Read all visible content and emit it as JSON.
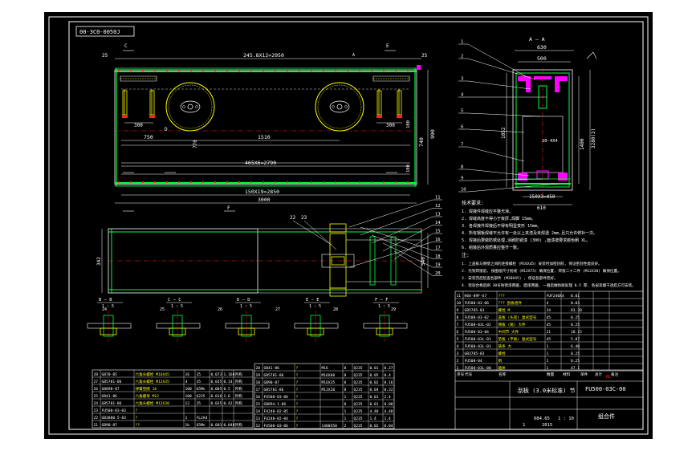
{
  "drawing": {
    "code_box": "00-3C0-0050J",
    "frame_color": "#ffffff",
    "green": "#00ff3c",
    "yellow": "#ffff00",
    "magenta": "#ff00ff",
    "red": "#ff2020",
    "cyan": "#00ffff"
  },
  "front_view": {
    "section_mark_c1": "C",
    "section_mark_e1": "E",
    "top_dim": "245.8X12=2950",
    "left_dim": "25",
    "right_dim": "25",
    "dim_300_left": "300",
    "dim_300_right": "300",
    "dim_750": "750",
    "dim_1510": "1510",
    "dim_770": "770",
    "dim_465": "465X6=2790",
    "dim_150": "150X19=2850",
    "dim_3000": "3000",
    "dim_990": "990",
    "dim_740": "740",
    "dim_100a": "100",
    "dim_100b": "100",
    "mark_d": "D",
    "mark_f": "F",
    "mark_a": "A"
  },
  "section_aa": {
    "title": "A — A",
    "dim_630": "630",
    "dim_500": "500",
    "dim_610": "610",
    "dim_150": "150X3=450",
    "dim_1052": "1052",
    "dim_1400": "1400",
    "dim_3280": "3280(3)",
    "dim_20": "20-4X4"
  },
  "callouts_right": [
    "1",
    "2",
    "3",
    "4",
    "5",
    "6",
    "7",
    "8",
    "9",
    "10"
  ],
  "callouts_top": [
    "11",
    "12",
    "13",
    "14",
    "15",
    "16",
    "17",
    "18",
    "19",
    "20"
  ],
  "plan_view": {
    "callout_22": "22",
    "callout_23": "23",
    "dim_left": "342",
    "dim_right": "540"
  },
  "notes": {
    "heading": "技术要求:",
    "lines": [
      "1. 焊接件焊缝应平整光滑。",
      "2. 焊缝高度不得小于板厚,焊脚 15mm。",
      "3. 各焊接件焊接后不得有明显变形 15mm。",
      "4. 所有钢板焊缝不允许有一处以上夹渣及未焊透 2mm,且只允许修补一次。",
      "5. 焊接后要做防锈处理,涂刷防锈漆 (300) ,面漆按要求颜色刷 XL。",
      "6. 组装后外观质量应整齐一致。"
    ],
    "extra_heading": "注:",
    "extra_lines": [
      "1. 上盖板与侧壁之间的连接螺栓 (M16X45) 安装时加密封胶, 保证密封性能良好。",
      "2. 托架焊接前, 按图纸尺寸划线 (M12X75) 确保位置, 焊接二十二件 (M12X30) 确保位置。",
      "3. 安装完后检查各部件 (M20X45) , 保证各部件完好。",
      "4. 检验合格后刷 30号防锈漆两遍, 面漆两遍, 一遍后做防腐处理 0.5 厚, 各层漆膜干透后方可安装。"
    ]
  },
  "sections": [
    {
      "title": "B — B",
      "scale": "1 : 5"
    },
    {
      "title": "C — C",
      "scale": "1 : 5"
    },
    {
      "title": "D — D",
      "scale": "1 : 5"
    },
    {
      "title": "E — E",
      "scale": "1 : 5"
    },
    {
      "title": "F — F",
      "scale": "1 : 5"
    }
  ],
  "section_callouts": [
    "24",
    "25",
    "26",
    "27",
    "28",
    "29"
  ],
  "bom_left": [
    [
      "28",
      "GB70-85",
      "六角头螺栓 M16X45",
      "16",
      "35",
      "0.073",
      "1.168",
      "外购"
    ],
    [
      "27",
      "GB5781-86",
      "六角头螺栓 M12X35",
      "4",
      "35",
      "0.035",
      "0.14",
      "外购"
    ],
    [
      "26",
      "GB890-87",
      "弹簧垫圈 16",
      "100",
      "65Mn",
      "0.005",
      "0.5",
      "外购"
    ],
    [
      "25",
      "GB41-86",
      "六角螺母 M12",
      "100",
      "Q235",
      "0.016",
      "1.6",
      "外购"
    ],
    [
      "24",
      "GB5781-86",
      "六角头螺栓 M12X30",
      "12",
      "35",
      "0.035",
      "0.42",
      "外购"
    ],
    [
      "23",
      "FU500-03-03",
      "?",
      "",
      "",
      "",
      "",
      ""
    ],
    [
      "22",
      "GB3880.5-83",
      "?",
      "1",
      "FL2A4",
      "",
      "",
      ""
    ],
    [
      "21",
      "GB90-87",
      "??",
      "1b",
      "65Mn",
      "0.003",
      "0.048",
      "外购"
    ]
  ],
  "bom_mid": [
    [
      "20",
      "GB41-86",
      "?",
      "M16",
      "8",
      "Q235",
      "0.01",
      "0.27"
    ],
    [
      "19",
      "GB5781-86",
      "?",
      "M16X60",
      "8",
      "Q235",
      "0.05",
      "0.4"
    ],
    [
      "18",
      "GB90-87",
      "?",
      "M16X35",
      "8",
      "Q235",
      "0.02",
      "0.16"
    ],
    [
      "17",
      "GB5781-86",
      "?",
      "M12X20",
      "8",
      "Q235",
      "0.04",
      "0.32"
    ],
    [
      "16",
      "FU500-03-06",
      "?",
      "",
      "1",
      "Q235",
      "0.01",
      "2.4"
    ],
    [
      "15",
      "GB894.1-86",
      "?",
      "",
      "8",
      "Q235",
      "0.01",
      "0.08"
    ],
    [
      "14",
      "FU240-02-05",
      "?",
      "",
      "1",
      "Q235",
      "4.48",
      "4.48"
    ],
    [
      "13",
      "FU240-02-04",
      "?",
      "",
      "1",
      "Q235",
      "1.4",
      "1.4"
    ],
    [
      "12",
      "FU500-03-06",
      "?",
      "1400X50",
      "2",
      "Q235",
      "0.02",
      "0.04"
    ]
  ],
  "bom_right": [
    [
      "11",
      "H04-89F-67",
      "??? ",
      "FUF240X4",
      "",
      "",
      "",
      ""
    ],
    [
      "10",
      "FU500-03-06",
      "??? 刮板组件",
      "4",
      "",
      "",
      "",
      ""
    ],
    [
      "9",
      "GB5785-83",
      "螺栓 M",
      "34",
      "",
      "",
      "",
      ""
    ],
    [
      "8",
      "FU500-03-02",
      "盖板 (头轮) 复式型号",
      "45",
      "",
      "",
      "",
      ""
    ],
    [
      "7",
      "FU500-03L-02",
      "侧板 (尾) 大件",
      "45",
      "",
      "",
      "",
      ""
    ],
    [
      "6",
      "FU500-03-04",
      "中间节 大件",
      "21",
      "",
      "",
      "",
      ""
    ],
    [
      "5",
      "FU500-03L-01",
      "垫板 (平板) 复式型号",
      "45",
      "",
      "",
      "",
      ""
    ],
    [
      "4",
      "FU500-03L-01",
      "链条 大",
      "1",
      "",
      "",
      "",
      ""
    ],
    [
      "3",
      "GB3785-83",
      "螺栓",
      "1",
      "",
      "",
      "",
      ""
    ],
    [
      "2",
      "FU500-04",
      "销",
      "1",
      "",
      "",
      "",
      ""
    ],
    [
      "1",
      "FU500-03L-00",
      "箱体",
      "1",
      "",
      "",
      "",
      ""
    ]
  ],
  "bom_right_header": [
    "序号",
    "代号",
    "名称",
    "数量",
    "材料",
    "单件",
    "总计",
    "备注"
  ],
  "bom_right_values": [
    "0.01",
    "0.03",
    "83.38",
    "0.25",
    "0.25",
    "18.15",
    "5.07",
    "6.40",
    "0.25",
    "0.25",
    "47.1"
  ],
  "title_block": {
    "name": "刮板 (3.0米标准) 节",
    "code": "FU500-03C-00",
    "label": "组合件",
    "scale_label": "1 : 10",
    "weight": "684.65",
    "sheet": "1",
    "year": "2015",
    "remark_red": "RL"
  }
}
